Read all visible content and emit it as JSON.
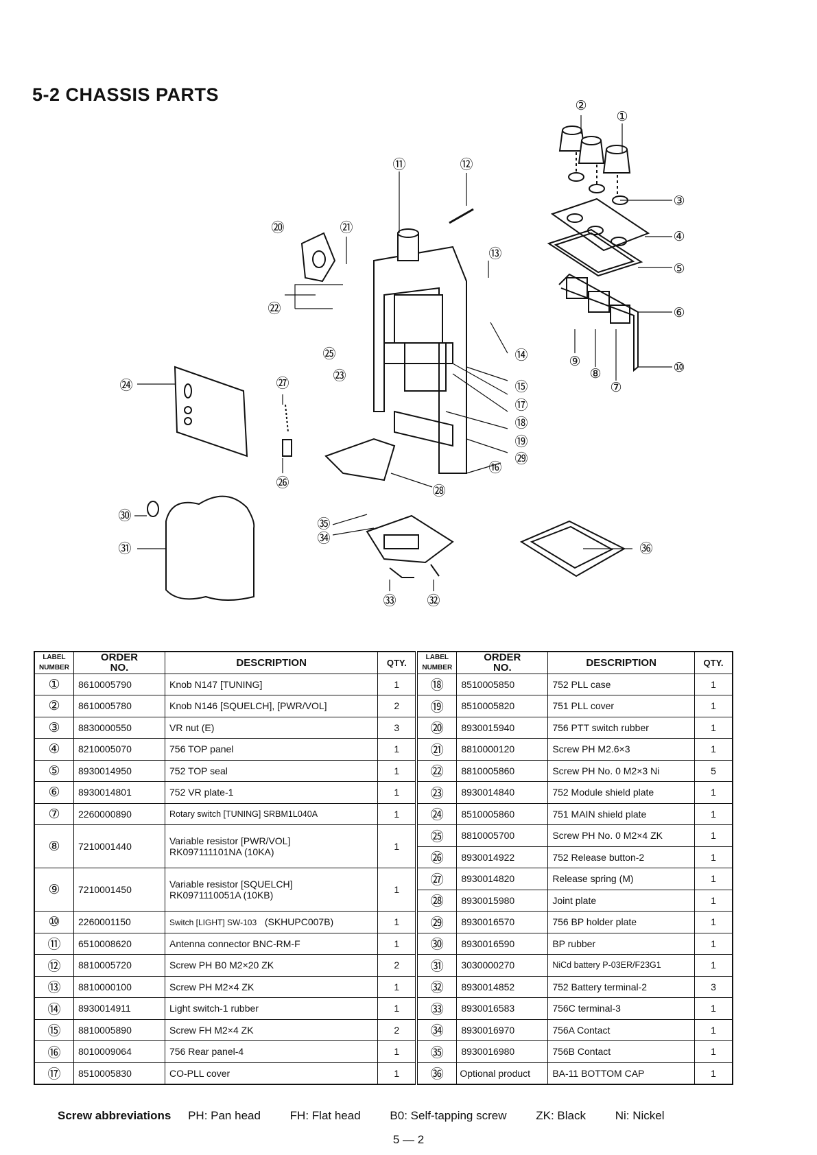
{
  "section_title": "5-2 CHASSIS PARTS",
  "table": {
    "headers": {
      "label_line1": "LABEL",
      "label_line2": "NUMBER",
      "order_line1": "ORDER",
      "order_line2": "NO.",
      "description": "DESCRIPTION",
      "qty": "QTY."
    },
    "left_rows": [
      {
        "label": "①",
        "order": "8610005790",
        "desc": "Knob N147 [TUNING]",
        "qty": "1"
      },
      {
        "label": "②",
        "order": "8610005780",
        "desc": "Knob N146 [SQUELCH], [PWR/VOL]",
        "qty": "2"
      },
      {
        "label": "③",
        "order": "8830000550",
        "desc": "VR nut (E)",
        "qty": "3"
      },
      {
        "label": "④",
        "order": "8210005070",
        "desc": "756 TOP panel",
        "qty": "1"
      },
      {
        "label": "⑤",
        "order": "8930014950",
        "desc": "752 TOP seal",
        "qty": "1"
      },
      {
        "label": "⑥",
        "order": "8930014801",
        "desc": "752 VR plate-1",
        "qty": "1"
      },
      {
        "label": "⑦",
        "order": "2260000890",
        "desc": "Rotary switch [TUNING] SRBM1L040A",
        "qty": "1"
      },
      {
        "label": "⑧",
        "order": "7210001440",
        "desc_line1": "Variable resistor [PWR/VOL]",
        "desc_line2": "RK097111101NA (10KA)",
        "qty": "1"
      },
      {
        "label": "⑨",
        "order": "7210001450",
        "desc_line1": "Variable resistor [SQUELCH]",
        "desc_line2": "RK0971110051A (10KB)",
        "qty": "1"
      },
      {
        "label": "⑩",
        "order": "2260001150",
        "desc_a": "Switch [LIGHT] SW-103",
        "desc_b": "(SKHUPC007B)",
        "qty": "1"
      },
      {
        "label": "⑪",
        "order": "6510008620",
        "desc": "Antenna connector BNC-RM-F",
        "qty": "1"
      },
      {
        "label": "⑫",
        "order": "8810005720",
        "desc": "Screw PH B0 M2×20 ZK",
        "qty": "2"
      },
      {
        "label": "⑬",
        "order": "8810000100",
        "desc": "Screw PH M2×4 ZK",
        "qty": "1"
      },
      {
        "label": "⑭",
        "order": "8930014911",
        "desc": "Light switch-1 rubber",
        "qty": "1"
      },
      {
        "label": "⑮",
        "order": "8810005890",
        "desc": "Screw FH M2×4 ZK",
        "qty": "2"
      },
      {
        "label": "⑯",
        "order": "8010009064",
        "desc": "756 Rear panel-4",
        "qty": "1"
      },
      {
        "label": "⑰",
        "order": "8510005830",
        "desc": "CO-PLL cover",
        "qty": "1"
      }
    ],
    "right_rows": [
      {
        "label": "⑱",
        "order": "8510005850",
        "desc": "752 PLL case",
        "qty": "1"
      },
      {
        "label": "⑲",
        "order": "8510005820",
        "desc": "751 PLL cover",
        "qty": "1"
      },
      {
        "label": "⑳",
        "order": "8930015940",
        "desc": "756 PTT switch rubber",
        "qty": "1"
      },
      {
        "label": "㉑",
        "order": "8810000120",
        "desc": "Screw PH M2.6×3",
        "qty": "1"
      },
      {
        "label": "㉒",
        "order": "8810005860",
        "desc": "Screw PH No. 0 M2×3 Ni",
        "qty": "5"
      },
      {
        "label": "㉓",
        "order": "8930014840",
        "desc": "752 Module shield plate",
        "qty": "1"
      },
      {
        "label": "㉔",
        "order": "8510005860",
        "desc": "751 MAIN shield plate",
        "qty": "1"
      },
      {
        "label": "㉕",
        "order": "8810005700",
        "desc": "Screw PH No. 0 M2×4 ZK",
        "qty": "1"
      },
      {
        "label": "㉖",
        "order": "8930014922",
        "desc": "752 Release button-2",
        "qty": "1"
      },
      {
        "label": "㉗",
        "order": "8930014820",
        "desc": "Release spring (M)",
        "qty": "1"
      },
      {
        "label": "㉘",
        "order": "8930015980",
        "desc": "Joint plate",
        "qty": "1"
      },
      {
        "label": "㉙",
        "order": "8930016570",
        "desc": "756 BP holder plate",
        "qty": "1"
      },
      {
        "label": "㉚",
        "order": "8930016590",
        "desc": "BP rubber",
        "qty": "1"
      },
      {
        "label": "㉛",
        "order": "3030000270",
        "desc": "NiCd battery P-03ER/F23G1",
        "qty": "1"
      },
      {
        "label": "㉜",
        "order": "8930014852",
        "desc": "752 Battery terminal-2",
        "qty": "3"
      },
      {
        "label": "㉝",
        "order": "8930016583",
        "desc": "756C terminal-3",
        "qty": "1"
      },
      {
        "label": "㉞",
        "order": "8930016970",
        "desc": "756A Contact",
        "qty": "1"
      },
      {
        "label": "㉟",
        "order": "8930016980",
        "desc": "756B Contact",
        "qty": "1"
      },
      {
        "label": "㊱",
        "order": "Optional product",
        "desc": "BA-11 BOTTOM CAP",
        "qty": "1"
      }
    ]
  },
  "footer": {
    "heading": "Screw abbreviations",
    "items": [
      "PH: Pan head",
      "FH: Flat head",
      "B0: Self-tapping screw",
      "ZK: Black",
      "Ni: Nickel"
    ]
  },
  "page_number": "5 — 2",
  "diagram_labels": {
    "l1": "①",
    "l2": "②",
    "l3": "③",
    "l4": "④",
    "l5": "⑤",
    "l6": "⑥",
    "l7": "⑦",
    "l8": "⑧",
    "l9": "⑨",
    "l10": "⑩",
    "l11": "⑪",
    "l12": "⑫",
    "l13": "⑬",
    "l14": "⑭",
    "l15": "⑮",
    "l16": "⑯",
    "l17": "⑰",
    "l18": "⑱",
    "l19": "⑲",
    "l20": "⑳",
    "l21": "㉑",
    "l22": "㉒",
    "l23": "㉓",
    "l24": "㉔",
    "l25": "㉕",
    "l26": "㉖",
    "l27": "㉗",
    "l28": "㉘",
    "l29": "㉙",
    "l30": "㉚",
    "l31": "㉛",
    "l32": "㉜",
    "l33": "㉝",
    "l34": "㉞",
    "l35": "㉟",
    "l36": "㊱"
  }
}
